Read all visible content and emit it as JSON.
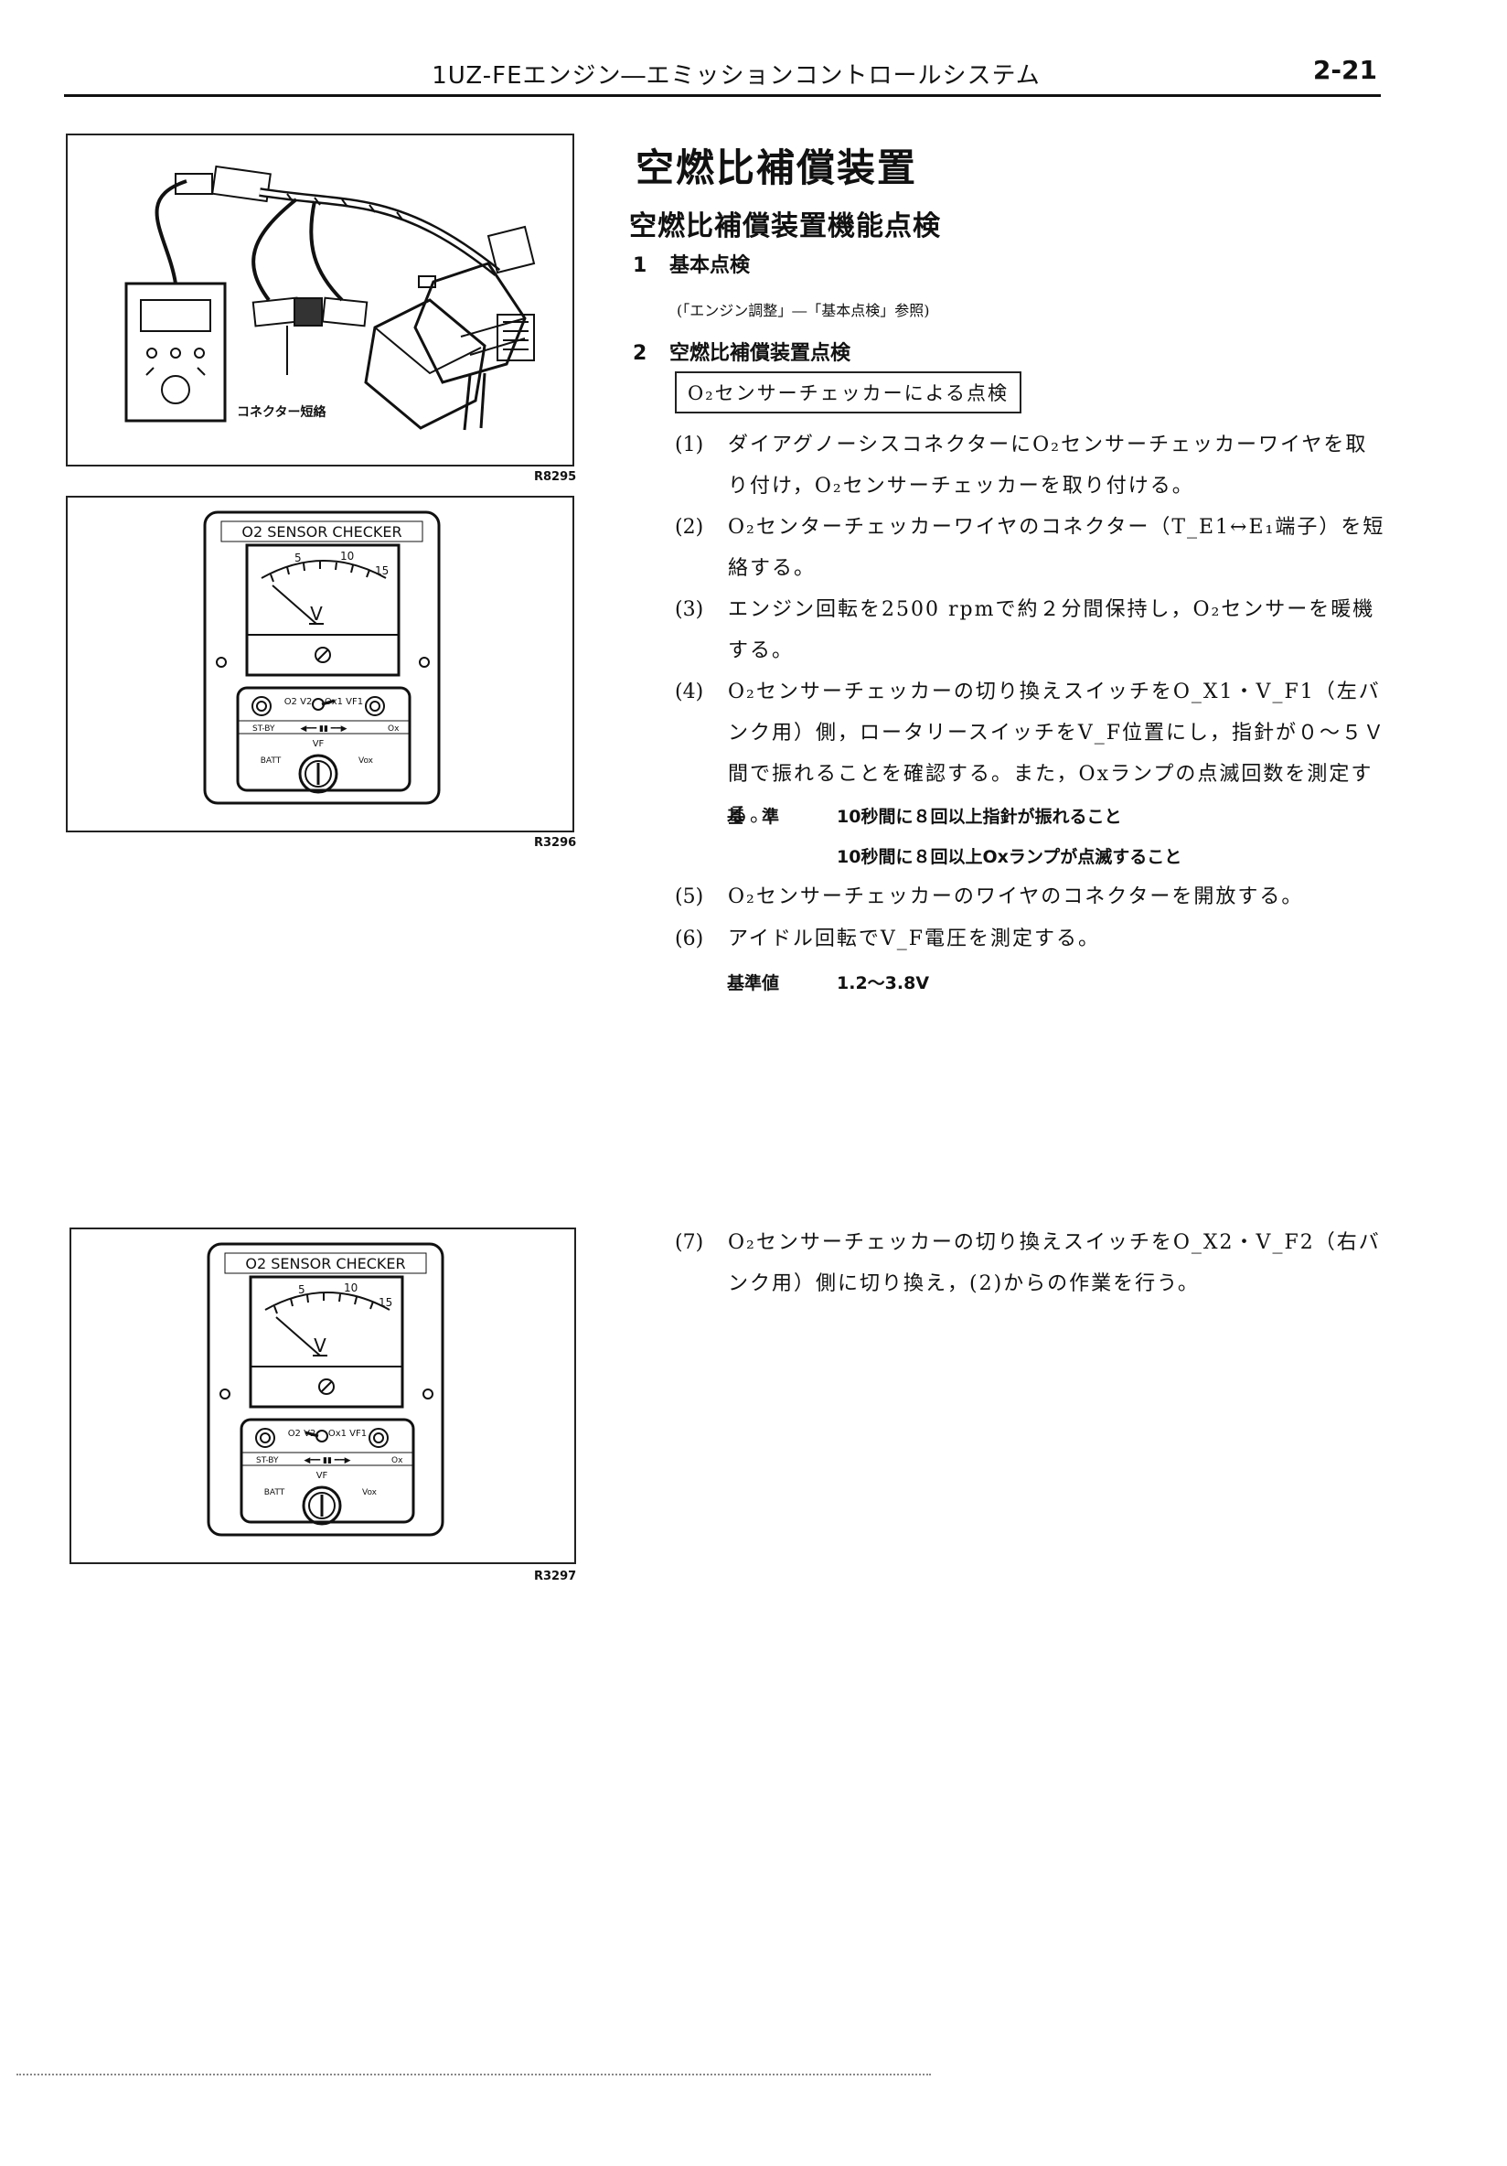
{
  "header": {
    "title": "1UZ-FEエンジン―エミッションコントロールシステム",
    "page": "2-21"
  },
  "figures": {
    "harness": {
      "code": "R8295",
      "connector_label": "コネクター短絡"
    },
    "checker1": {
      "code": "R3296",
      "panel_title": "O2 SENSOR CHECKER",
      "meter_unit": "V",
      "scale": [
        "5",
        "10",
        "15"
      ],
      "switch_left": "O2 V2",
      "switch_right": "Ox1 VF1",
      "mode_labels": [
        "ST-BY",
        "◀━━ ▮▮ ━━▶",
        "Ox"
      ],
      "knob_top": "VF",
      "knob_left": "BATT",
      "knob_right": "Vox"
    },
    "checker2": {
      "code": "R3297",
      "panel_title": "O2 SENSOR CHECKER",
      "meter_unit": "V",
      "scale": [
        "5",
        "10",
        "15"
      ],
      "switch_left": "O2 V2",
      "switch_right": "Ox1 VF1",
      "mode_labels": [
        "ST-BY",
        "◀━━ ▮▮ ━━▶",
        "Ox"
      ],
      "knob_top": "VF",
      "knob_left": "BATT",
      "knob_right": "Vox"
    }
  },
  "content": {
    "title": "空燃比補償装置",
    "subtitle": "空燃比補償装置機能点検",
    "item1": {
      "num": "1",
      "label": "基本点検"
    },
    "item1_note": "(「エンジン調整」―「基本点検」参照)",
    "item2": {
      "num": "2",
      "label": "空燃比補償装置点検"
    },
    "method_box": "O₂センサーチェッカーによる点検",
    "steps": [
      {
        "num": "(1)",
        "text": "ダイアグノーシスコネクターにO₂センサーチェッカーワイヤを取り付け，O₂センサーチェッカーを取り付ける。"
      },
      {
        "num": "(2)",
        "text": "O₂センターチェッカーワイヤのコネクター（T_E1↔E₁端子）を短絡する。"
      },
      {
        "num": "(3)",
        "text": "エンジン回転を2500 rpmで約２分間保持し，O₂センサーを暖機する。"
      },
      {
        "num": "(4)",
        "text": "O₂センサーチェッカーの切り換えスイッチをO_X1・V_F1（左バンク用）側，ロータリースイッチをV_F位置にし，指針が０～５Ｖ間で振れることを確認する。また，Oxランプの点滅回数を測定する。"
      },
      {
        "num": "(5)",
        "text": "O₂センサーチェッカーのワイヤのコネクターを開放する。"
      },
      {
        "num": "(6)",
        "text": "アイドル回転でV_F電圧を測定する。"
      },
      {
        "num": "(7)",
        "text": "O₂センサーチェッカーの切り換えスイッチをO_X2・V_F2（右バンク用）側に切り換え，(2)からの作業を行う。"
      }
    ],
    "standard": {
      "label": "基　準",
      "line1": "10秒間に８回以上指針が振れること",
      "line2": "10秒間に８回以上Oxランプが点滅すること"
    },
    "reference": {
      "label": "基準値",
      "value": "1.2～3.8V"
    }
  }
}
